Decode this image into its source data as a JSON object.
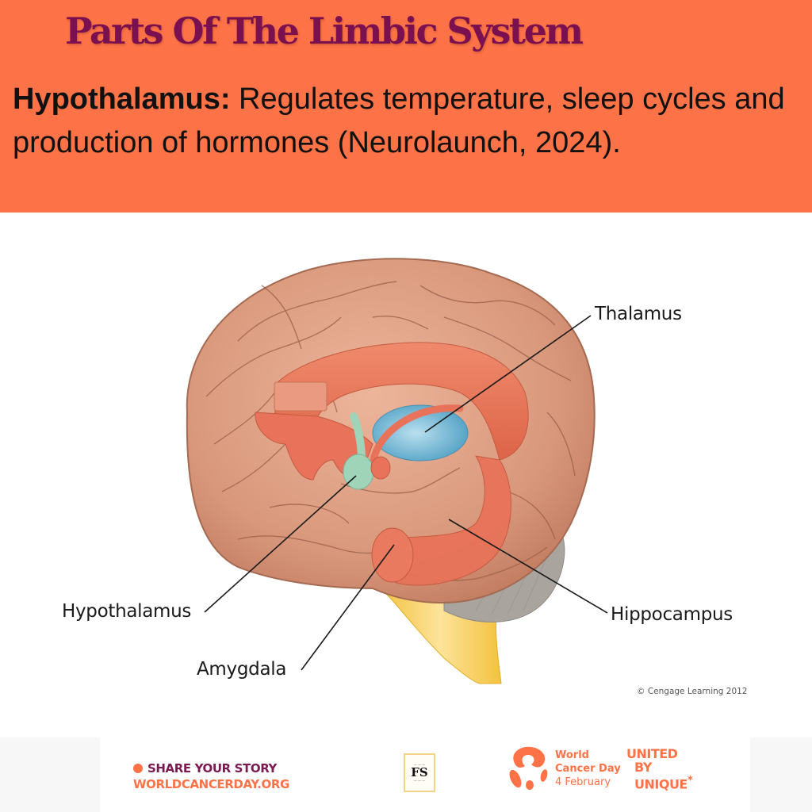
{
  "header": {
    "title": "Parts Of The Limbic System",
    "term": "Hypothalamus:",
    "description": " Regulates temperature, sleep cycles and production of hormones (Neurolaunch, 2024).",
    "background_color": "#fd7246",
    "title_color": "#7a1050"
  },
  "diagram": {
    "labels": {
      "thalamus": "Thalamus",
      "hypothalamus": "Hypothalamus",
      "amygdala": "Amygdala",
      "hippocampus": "Hippocampus"
    },
    "credit": "© Cengage Learning 2012",
    "colors": {
      "cortex": "#d9987c",
      "limbic": "#e8735a",
      "thalamus": "#6cb7d6",
      "hypothalamus": "#9fd4b8",
      "cerebellum": "#a9a49e",
      "brainstem": "#f6cd52"
    }
  },
  "footer": {
    "share_line": "SHARE YOUR STORY",
    "website": "WORLDCANCERDAY.ORG",
    "badge_text": "FS",
    "wcd_line1": "World",
    "wcd_line2": "Cancer Day",
    "wcd_date": "4 February",
    "slogan_1": "UNITED",
    "slogan_2": "BY",
    "slogan_3": "UNIQUE",
    "slogan_mark": "*"
  }
}
